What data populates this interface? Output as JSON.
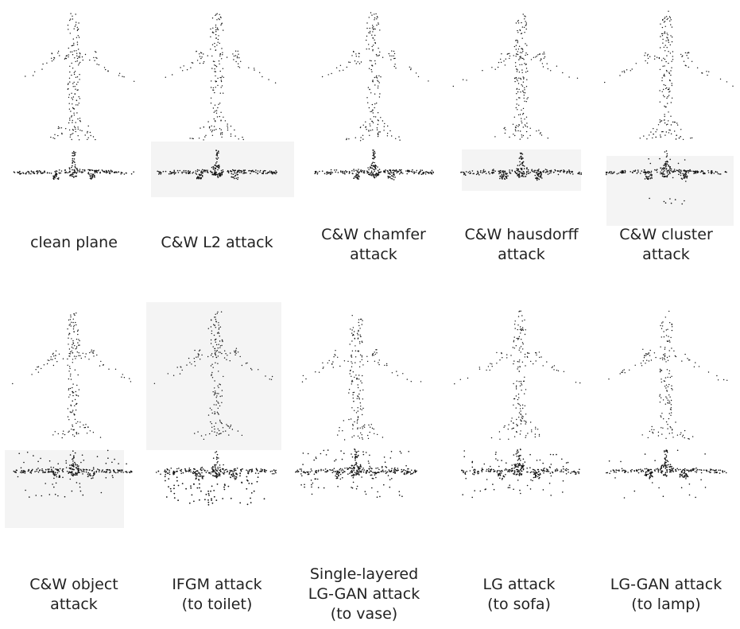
{
  "panels": [
    {
      "id": "clean",
      "caption": [
        "clean plane"
      ]
    },
    {
      "id": "cw-l2",
      "caption": [
        "C&W L2 attack"
      ]
    },
    {
      "id": "cw-chamfer",
      "caption": [
        "C&W chamfer",
        "attack"
      ]
    },
    {
      "id": "cw-hausdorff",
      "caption": [
        "C&W hausdorff",
        "attack"
      ]
    },
    {
      "id": "cw-cluster",
      "caption": [
        "C&W cluster",
        "attack"
      ]
    },
    {
      "id": "cw-object",
      "caption": [
        "C&W object",
        "attack"
      ]
    },
    {
      "id": "ifgm",
      "caption": [
        "IFGM attack",
        "(to toilet)"
      ]
    },
    {
      "id": "single-lggan",
      "caption": [
        "Single-layered",
        "LG-GAN attack",
        "(to vase)"
      ]
    },
    {
      "id": "lg",
      "caption": [
        "LG attack",
        "(to sofa)"
      ]
    },
    {
      "id": "lggan",
      "caption": [
        "LG-GAN attack",
        "(to lamp)"
      ]
    }
  ],
  "colors": {
    "points": "#111111",
    "background": "#ffffff"
  }
}
